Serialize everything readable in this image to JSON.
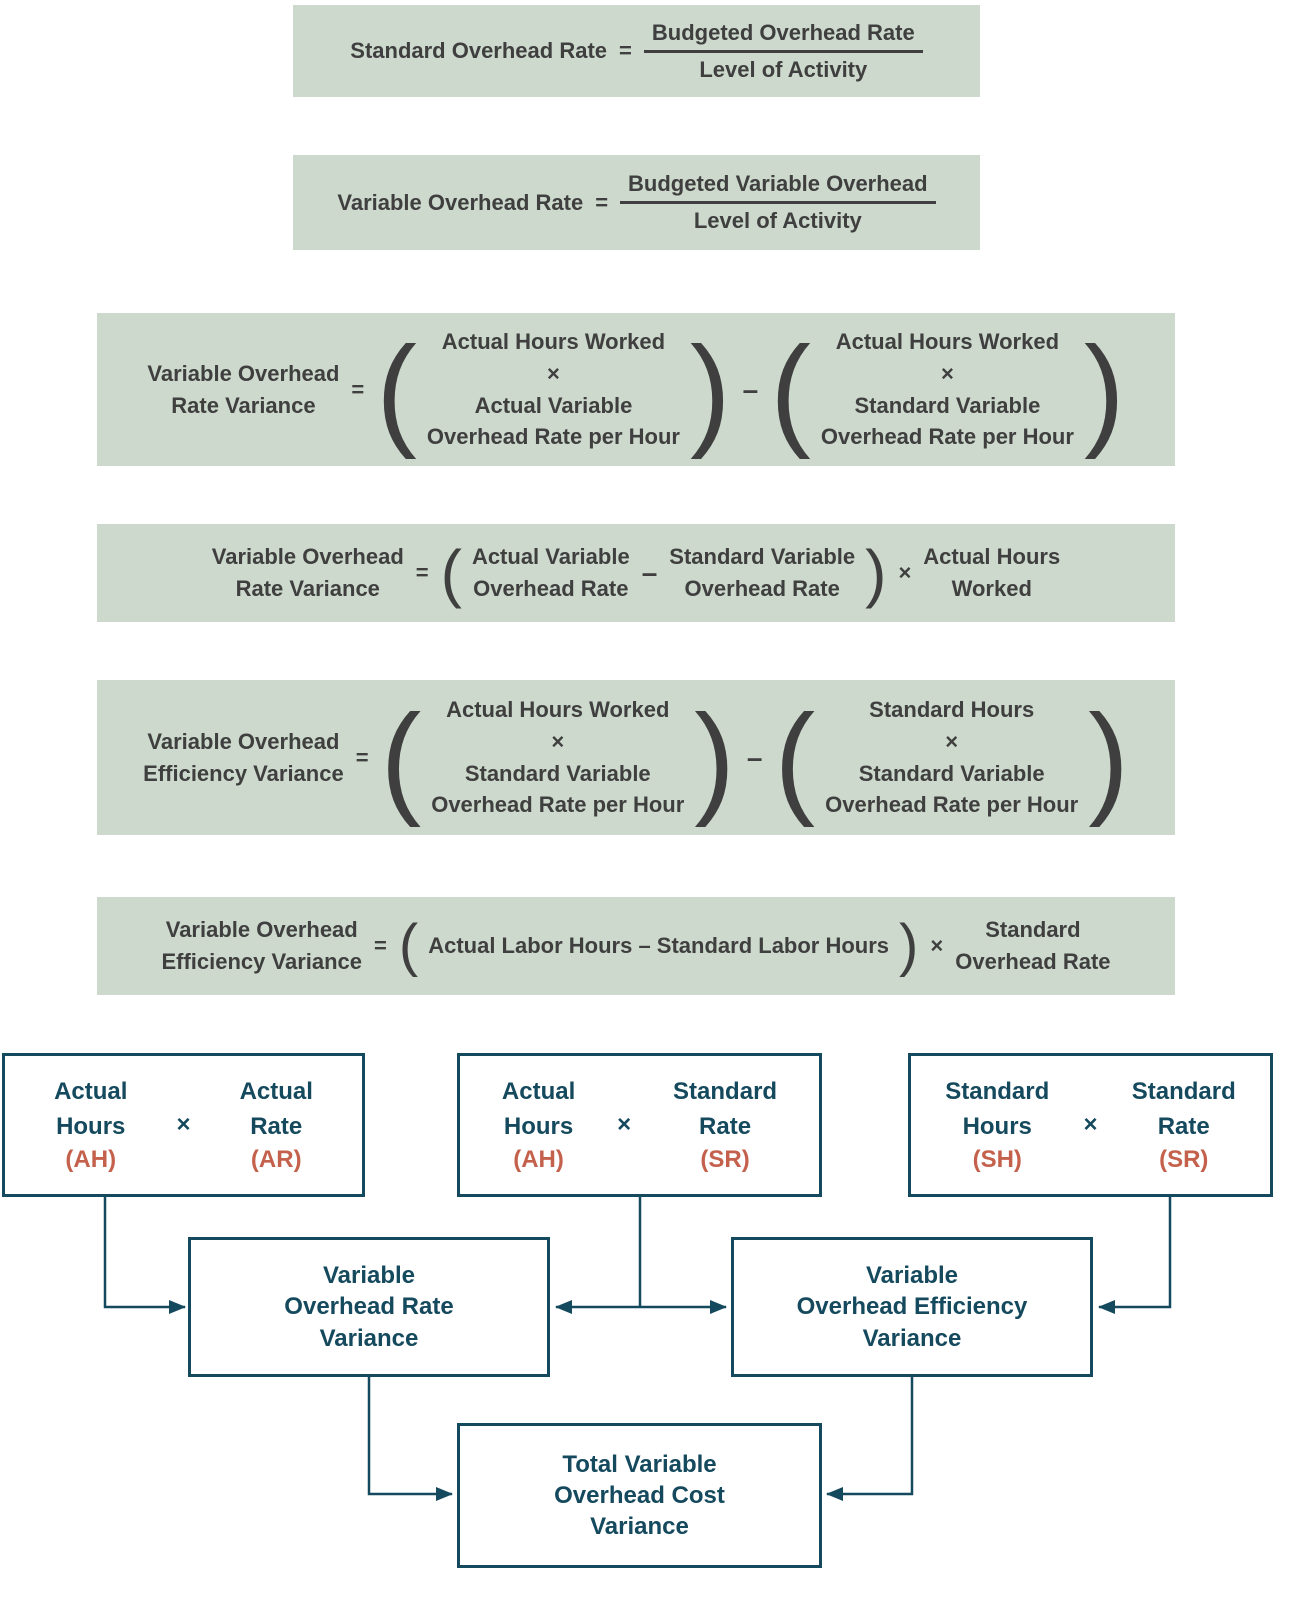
{
  "colors": {
    "formula_background": "#ccd9cc",
    "formula_text": "#3f3f3f",
    "flowchart_teal": "#15495d",
    "flowchart_accent_orange": "#c4614c"
  },
  "formulas": [
    {
      "lhs": "Standard Overhead Rate",
      "eq": "=",
      "num": "Budgeted Overhead Rate",
      "den": "Level of Activity"
    },
    {
      "lhs": "Variable Overhead Rate",
      "eq": "=",
      "num": "Budgeted Variable Overhead",
      "den": "Level of Activity"
    },
    {
      "lhs": "Variable Overhead\nRate Variance",
      "eq": "=",
      "group1": "Actual Hours Worked\n×\nActual Variable\nOverhead Rate per Hour",
      "op": "–",
      "group2": "Actual Hours Worked\n×\nStandard Variable\nOverhead Rate per Hour"
    },
    {
      "lhs": "Variable Overhead\nRate Variance",
      "eq": "=",
      "term1": "Actual Variable\nOverhead Rate",
      "op1": "–",
      "term2": "Standard Variable\nOverhead Rate",
      "op2": "×",
      "term3": "Actual Hours\nWorked"
    },
    {
      "lhs": "Variable Overhead\nEfficiency Variance",
      "eq": "=",
      "group1": "Actual Hours Worked\n×\nStandard Variable\nOverhead Rate per Hour",
      "op": "–",
      "group2": "Standard Hours\n×\nStandard Variable\nOverhead Rate per Hour"
    },
    {
      "lhs": "Variable Overhead\nEfficiency Variance",
      "eq": "=",
      "inner": "Actual Labor Hours – Standard Labor Hours",
      "op": "×",
      "term": "Standard\nOverhead Rate"
    }
  ],
  "flowchart": {
    "top_boxes": [
      {
        "left": "Actual\nHours",
        "left_abbr": "(AH)",
        "op": "×",
        "right": "Actual\nRate",
        "right_abbr": "(AR)"
      },
      {
        "left": "Actual\nHours",
        "left_abbr": "(AH)",
        "op": "×",
        "right": "Standard\nRate",
        "right_abbr": "(SR)"
      },
      {
        "left": "Standard\nHours",
        "left_abbr": "(SH)",
        "op": "×",
        "right": "Standard\nRate",
        "right_abbr": "(SR)"
      }
    ],
    "rate_variance": "Variable\nOverhead Rate\nVariance",
    "efficiency_variance": "Variable\nOverhead Efficiency\nVariance",
    "total_variance": "Total Variable\nOverhead Cost\nVariance"
  },
  "symbols": {
    "open_paren": "(",
    "close_paren": ")"
  }
}
